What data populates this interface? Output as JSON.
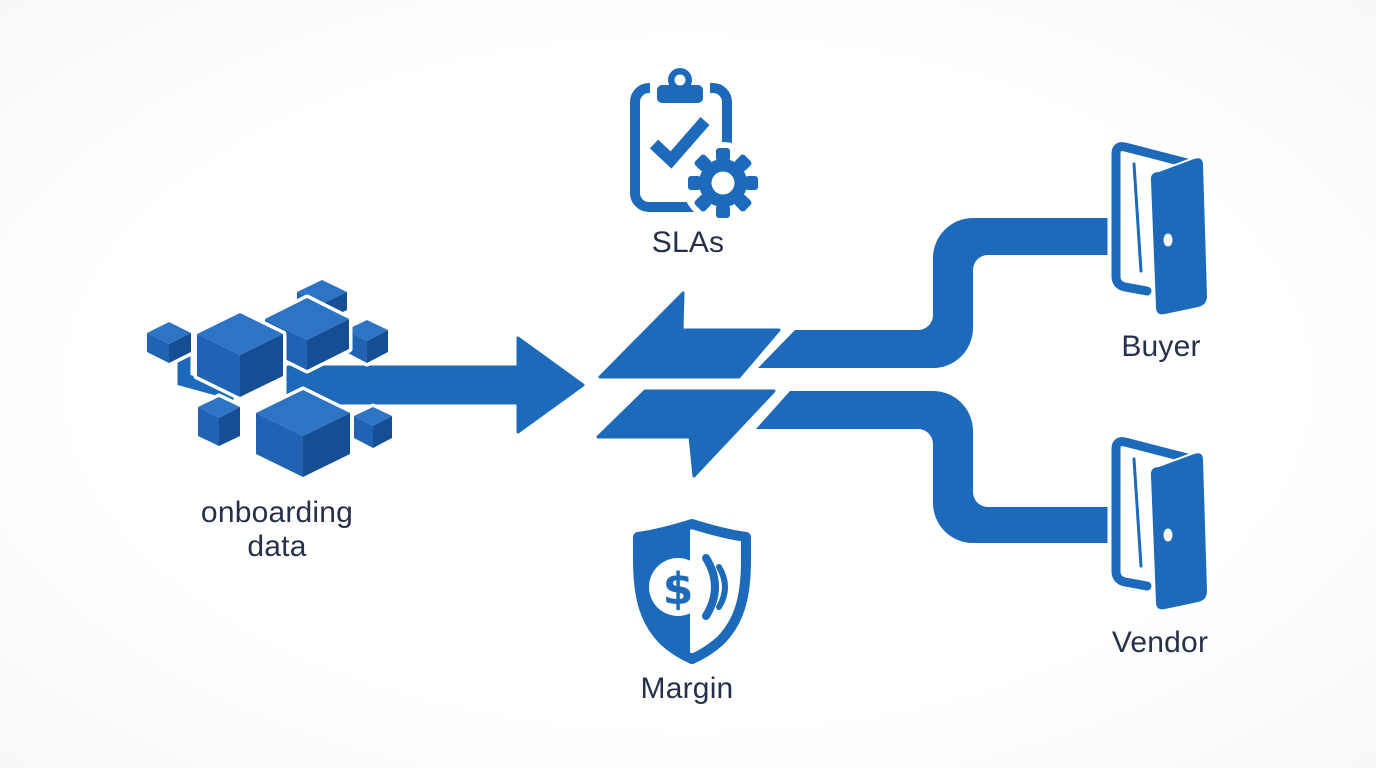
{
  "colors": {
    "primary": "#1c6ab9",
    "cube_top": "#2e74c4",
    "cube_front": "#2063b2",
    "cube_side": "#164e94",
    "label": "#263149"
  },
  "diagram": {
    "source": {
      "icon": "data-blocks-cubes-icon",
      "label_line1": "onboarding",
      "label_line2": "data"
    },
    "hub": {
      "icon": "exchange-arrows-icon"
    },
    "factors": [
      {
        "icon": "clipboard-check-gear-icon",
        "label": "SLAs",
        "position": "top"
      },
      {
        "icon": "shield-dollar-coin-icon",
        "label": "Margin",
        "position": "bottom"
      }
    ],
    "destinations": [
      {
        "icon": "open-door-icon",
        "label": "Buyer"
      },
      {
        "icon": "open-door-icon",
        "label": "Vendor"
      }
    ],
    "margin_icon_symbol": "$"
  }
}
